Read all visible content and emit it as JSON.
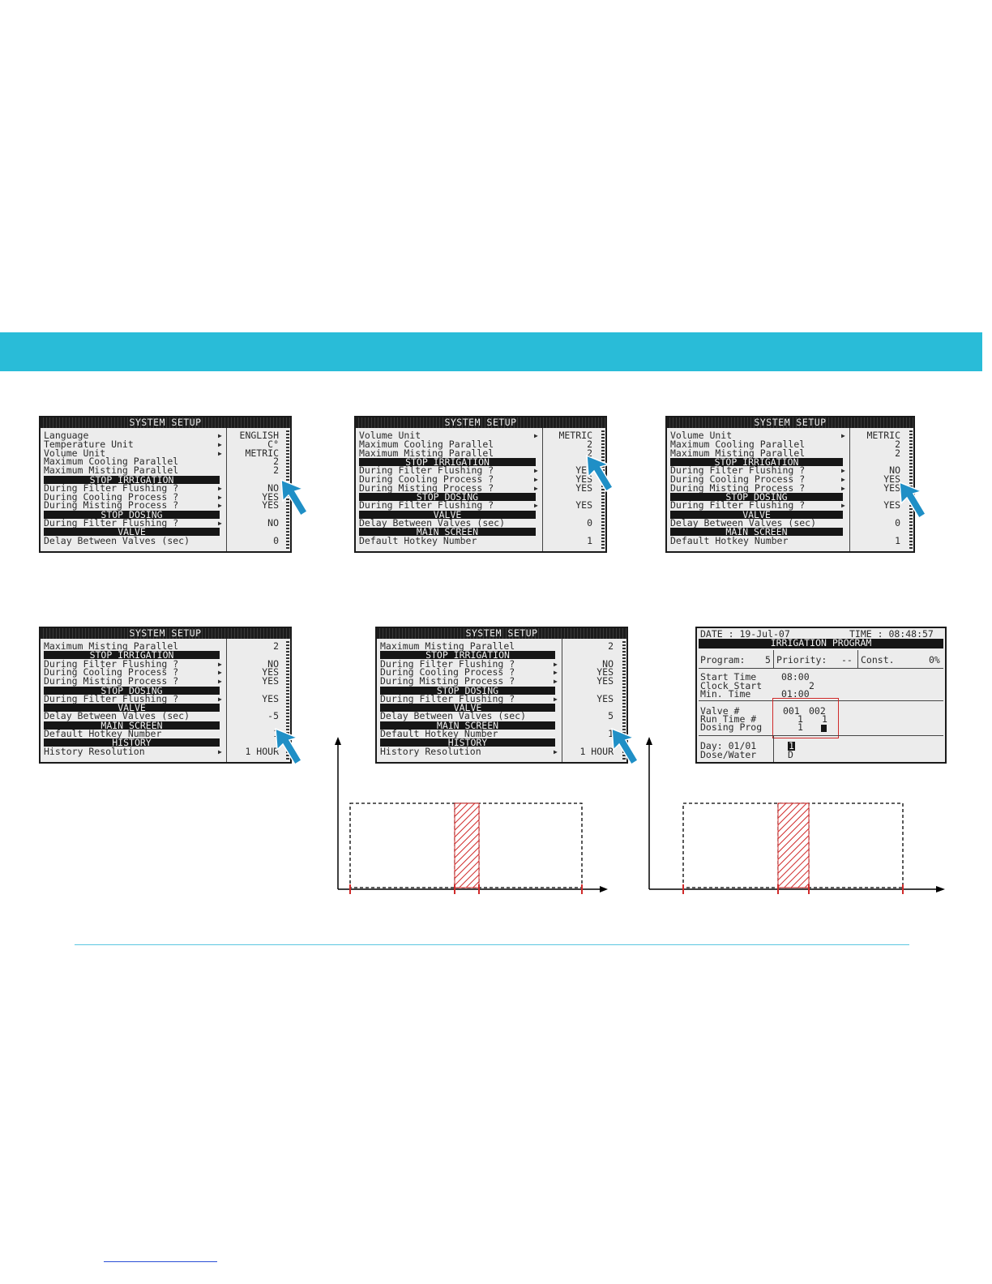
{
  "screens": [
    {
      "title": "SYSTEM SETUP",
      "rows": [
        {
          "kind": "item",
          "label": "Language",
          "value": "ENGLISH",
          "arrow": true
        },
        {
          "kind": "item",
          "label": "Temperature Unit",
          "value": "C°",
          "arrow": true
        },
        {
          "kind": "item",
          "label": "Volume Unit",
          "value": "METRIC",
          "arrow": true
        },
        {
          "kind": "item",
          "label": "Maximum Cooling Parallel",
          "value": "2"
        },
        {
          "kind": "item",
          "label": "Maximum Misting Parallel",
          "value": "2"
        },
        {
          "kind": "header",
          "label": "STOP IRRIGATION"
        },
        {
          "kind": "item",
          "label": "During Filter Flushing ?",
          "value": "NO",
          "arrow": true
        },
        {
          "kind": "item",
          "label": "During Cooling Process ?",
          "value": "YES",
          "arrow": true
        },
        {
          "kind": "item",
          "label": "During Misting Process ?",
          "value": "YES",
          "arrow": true
        },
        {
          "kind": "header",
          "label": "STOP DOSING"
        },
        {
          "kind": "item",
          "label": "During Filter Flushing ?",
          "value": "NO",
          "arrow": true
        },
        {
          "kind": "header",
          "label": "VALVE"
        },
        {
          "kind": "item",
          "label": "Delay Between Valves (sec)",
          "value": "0"
        }
      ]
    },
    {
      "title": "SYSTEM SETUP",
      "rows": [
        {
          "kind": "item",
          "label": "Volume Unit",
          "value": "METRIC",
          "arrow": true
        },
        {
          "kind": "item",
          "label": "Maximum Cooling Parallel",
          "value": "2"
        },
        {
          "kind": "item",
          "label": "Maximum Misting Parallel",
          "value": "2"
        },
        {
          "kind": "header",
          "label": "STOP IRRIGATION"
        },
        {
          "kind": "item",
          "label": "During Filter Flushing ?",
          "value": "YES",
          "arrow": true
        },
        {
          "kind": "item",
          "label": "During Cooling Process ?",
          "value": "YES",
          "arrow": true
        },
        {
          "kind": "item",
          "label": "During Misting Process ?",
          "value": "YES",
          "arrow": true
        },
        {
          "kind": "header",
          "label": "STOP DOSING"
        },
        {
          "kind": "item",
          "label": "During Filter Flushing ?",
          "value": "YES",
          "arrow": true
        },
        {
          "kind": "header",
          "label": "VALVE"
        },
        {
          "kind": "item",
          "label": "Delay Between Valves (sec)",
          "value": "0"
        },
        {
          "kind": "header",
          "label": "MAIN SCREEN"
        },
        {
          "kind": "item",
          "label": "Default Hotkey Number",
          "value": "1"
        }
      ]
    },
    {
      "title": "SYSTEM SETUP",
      "rows": [
        {
          "kind": "item",
          "label": "Volume Unit",
          "value": "METRIC",
          "arrow": true
        },
        {
          "kind": "item",
          "label": "Maximum Cooling Parallel",
          "value": "2"
        },
        {
          "kind": "item",
          "label": "Maximum Misting Parallel",
          "value": "2"
        },
        {
          "kind": "header",
          "label": "STOP IRRIGATION"
        },
        {
          "kind": "item",
          "label": "During Filter Flushing ?",
          "value": "NO",
          "arrow": true
        },
        {
          "kind": "item",
          "label": "During Cooling Process ?",
          "value": "YES",
          "arrow": true
        },
        {
          "kind": "item",
          "label": "During Misting Process ?",
          "value": "YES",
          "arrow": true
        },
        {
          "kind": "header",
          "label": "STOP DOSING"
        },
        {
          "kind": "item",
          "label": "During Filter Flushing ?",
          "value": "YES",
          "arrow": true
        },
        {
          "kind": "header",
          "label": "VALVE"
        },
        {
          "kind": "item",
          "label": "Delay Between Valves (sec)",
          "value": "0"
        },
        {
          "kind": "header",
          "label": "MAIN SCREEN"
        },
        {
          "kind": "item",
          "label": "Default Hotkey Number",
          "value": "1"
        }
      ]
    },
    {
      "title": "SYSTEM SETUP",
      "rows": [
        {
          "kind": "item",
          "label": "Maximum Misting Parallel",
          "value": "2"
        },
        {
          "kind": "header",
          "label": "STOP IRRIGATION"
        },
        {
          "kind": "item",
          "label": "During Filter Flushing ?",
          "value": "NO",
          "arrow": true
        },
        {
          "kind": "item",
          "label": "During Cooling Process ?",
          "value": "YES",
          "arrow": true
        },
        {
          "kind": "item",
          "label": "During Misting Process ?",
          "value": "YES",
          "arrow": true
        },
        {
          "kind": "header",
          "label": "STOP DOSING"
        },
        {
          "kind": "item",
          "label": "During Filter Flushing ?",
          "value": "YES",
          "arrow": true
        },
        {
          "kind": "header",
          "label": "VALVE"
        },
        {
          "kind": "item",
          "label": "Delay Between Valves (sec)",
          "value": "-5"
        },
        {
          "kind": "header",
          "label": "MAIN SCREEN"
        },
        {
          "kind": "item",
          "label": "Default Hotkey Number",
          "value": "1"
        },
        {
          "kind": "header",
          "label": "HISTORY"
        },
        {
          "kind": "item",
          "label": "History Resolution",
          "value": "1 HOUR",
          "arrow": true
        }
      ]
    },
    {
      "title": "SYSTEM SETUP",
      "rows": [
        {
          "kind": "item",
          "label": "Maximum Misting Parallel",
          "value": "2"
        },
        {
          "kind": "header",
          "label": "STOP IRRIGATION"
        },
        {
          "kind": "item",
          "label": "During Filter Flushing ?",
          "value": "NO",
          "arrow": true
        },
        {
          "kind": "item",
          "label": "During Cooling Process ?",
          "value": "YES",
          "arrow": true
        },
        {
          "kind": "item",
          "label": "During Misting Process ?",
          "value": "YES",
          "arrow": true
        },
        {
          "kind": "header",
          "label": "STOP DOSING"
        },
        {
          "kind": "item",
          "label": "During Filter Flushing ?",
          "value": "YES",
          "arrow": true
        },
        {
          "kind": "header",
          "label": "VALVE"
        },
        {
          "kind": "item",
          "label": "Delay Between Valves (sec)",
          "value": "5"
        },
        {
          "kind": "header",
          "label": "MAIN SCREEN"
        },
        {
          "kind": "item",
          "label": "Default Hotkey Number",
          "value": "1"
        },
        {
          "kind": "header",
          "label": "HISTORY"
        },
        {
          "kind": "item",
          "label": "History Resolution",
          "value": "1 HOUR",
          "arrow": true
        }
      ]
    }
  ],
  "program": {
    "date_label": "DATE : 19-Jul-07",
    "time_label": "TIME : 08:48:57",
    "title": "IRRIGATION PROGRAM",
    "program_label": "Program:",
    "program_value": "5",
    "priority_label": "Priority:",
    "priority_value": "--",
    "const_label": "Const.",
    "const_value": "0%",
    "start_time_label": "Start Time",
    "start_time_value": "08:00",
    "clock_start_label": "Clock Start",
    "clock_start_value": "2",
    "min_time_label": "Min. Time",
    "min_time_value": "01:00",
    "valve_label": "Valve #",
    "valve_1": "001",
    "valve_2": "002",
    "run_time_label": "Run Time #",
    "run_time_1": "1",
    "run_time_2": "1",
    "dosing_label": "Dosing Prog",
    "dosing_1": "1",
    "day_label": "Day: 01/01",
    "day_value": "1",
    "dose_label": "Dose/Water",
    "dose_value": "D"
  },
  "colors": {
    "banner": "#29bcd8",
    "cursor": "#1f8fc6",
    "highlight": "#d02a2a"
  }
}
